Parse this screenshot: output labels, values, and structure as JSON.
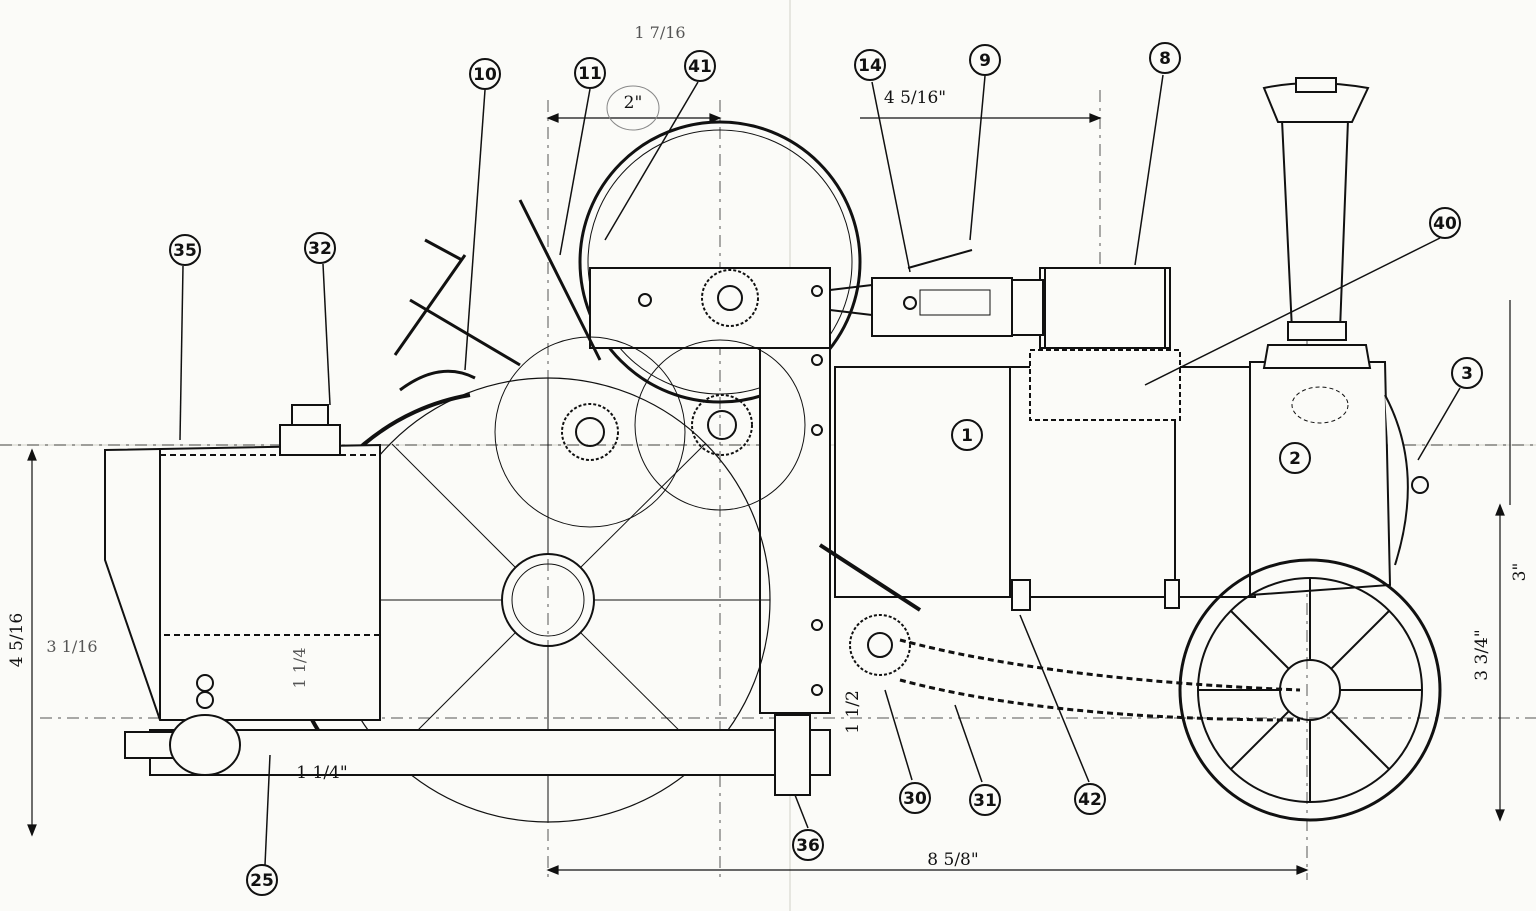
{
  "callouts": {
    "c1": "1",
    "c2": "2",
    "c3": "3",
    "c8": "8",
    "c9": "9",
    "c10": "10",
    "c11": "11",
    "c14": "14",
    "c25": "25",
    "c30": "30",
    "c31": "31",
    "c32": "32",
    "c35": "35",
    "c36": "36",
    "c40": "40",
    "c41": "41",
    "c42": "42"
  },
  "dimensions": {
    "top_2": "2\"",
    "top_1_7_16": "1 7/16",
    "top_4_5_16": "4 5/16\"",
    "bottom_8_5_8": "8 5/8\"",
    "left_4_5_16": "4 5/16",
    "left_3_1_16": "3 1/16",
    "mid_1_1_4": "1 1/4",
    "low_1_1_4": "1 1/4\"",
    "low_1_1_2": "1 1/2",
    "right_3_3_4": "3 3/4\"",
    "edge_3": "3\""
  },
  "colors": {
    "ink": "#111111",
    "pencil": "#888888",
    "paper": "#fbfbf8"
  }
}
